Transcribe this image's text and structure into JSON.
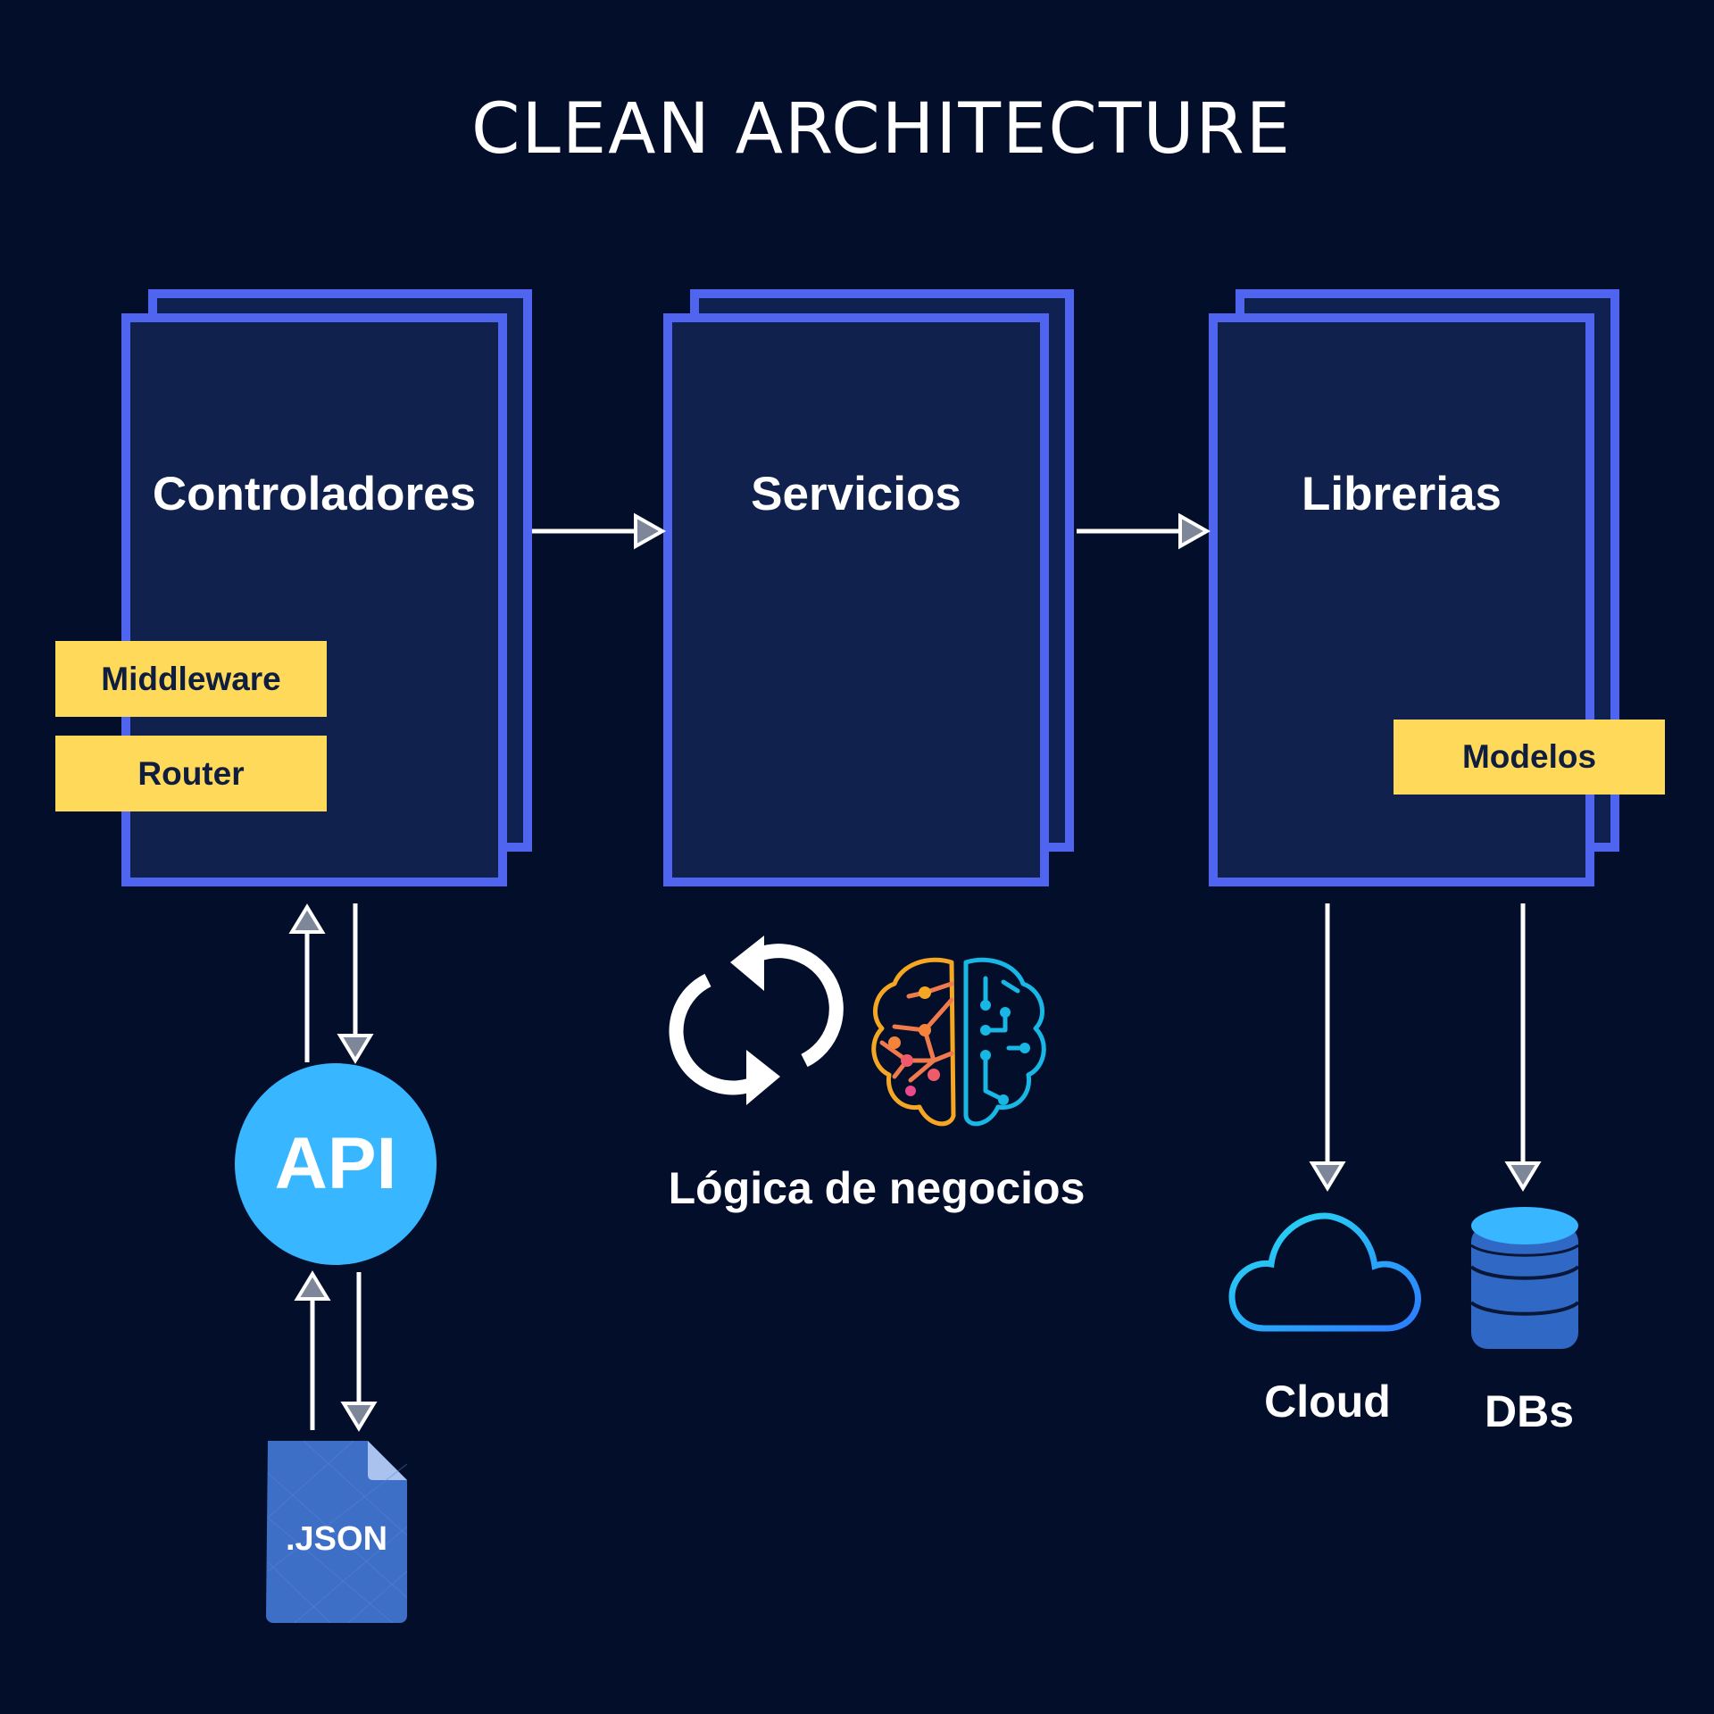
{
  "title": "CLEAN ARCHITECTURE",
  "panels": {
    "controladores": "Controladores",
    "servicios": "Servicios",
    "librerias": "Librerias"
  },
  "tags": {
    "middleware": "Middleware",
    "router": "Router",
    "modelos": "Modelos"
  },
  "api_label": "API",
  "json_label": ".JSON",
  "logic_caption": "Lógica de negocios",
  "cloud_caption": "Cloud",
  "dbs_caption": "DBs",
  "icons": {
    "refresh": "refresh-icon",
    "brain": "brain-icon",
    "cloud": "cloud-icon",
    "database": "database-icon",
    "json_file": "json-file-icon"
  },
  "colors": {
    "background": "#030e2a",
    "panel_border": "#4f65f0",
    "panel_fill": "#11214d",
    "tag_fill": "#ffd95a",
    "api_fill": "#38b6ff",
    "db_fill": "#2f68c5",
    "json_fill": "#3d6fc6"
  }
}
